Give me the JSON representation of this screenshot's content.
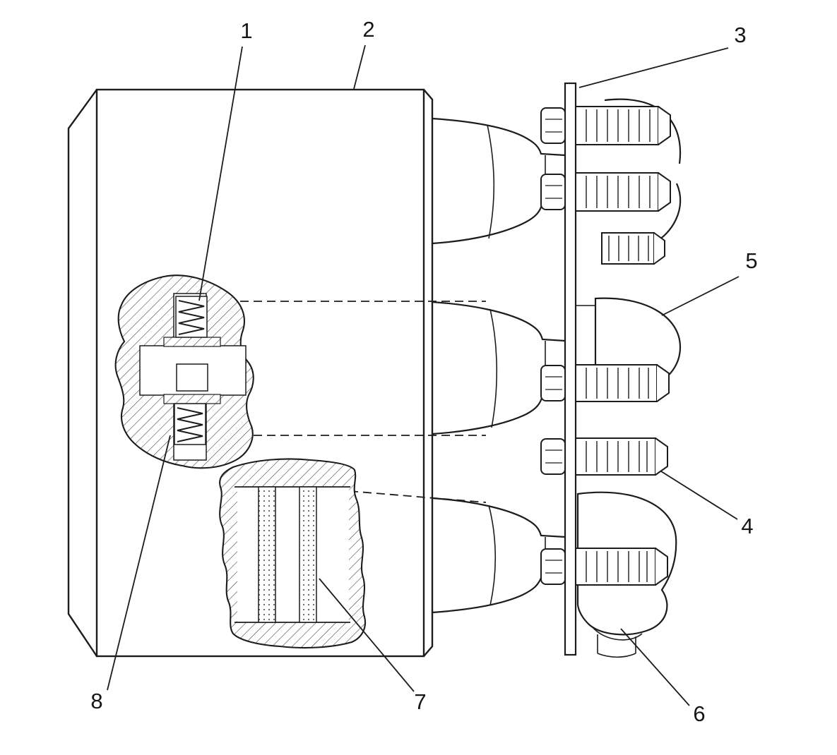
{
  "figure": {
    "background": "#ffffff",
    "line_color": "#1c1c1c",
    "labels": [
      "1",
      "2",
      "3",
      "4",
      "5",
      "6",
      "7",
      "8"
    ]
  }
}
